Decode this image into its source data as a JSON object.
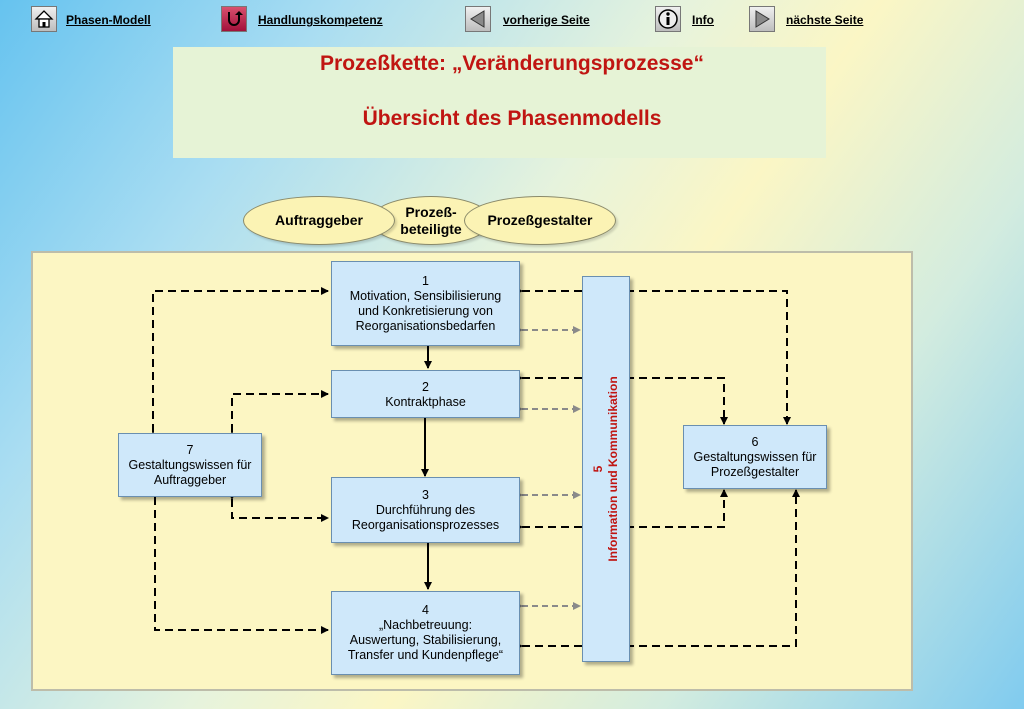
{
  "nav": {
    "phasen_modell": "Phasen-Modell",
    "handlungskompetenz": "Handlungskompetenz",
    "vorherige_seite": "vorherige Seite",
    "info": "Info",
    "naechste_seite": "nächste Seite"
  },
  "title": {
    "line1": "Prozeßkette: „Veränderungsprozesse“",
    "line2": "Übersicht des Phasenmodells"
  },
  "stakeholders": {
    "auftraggeber": "Auftraggeber",
    "prozessbeteiligte_1": "Prozeß-",
    "prozessbeteiligte_2": "beteiligte",
    "prozessgestalter": "Prozeßgestalter"
  },
  "phases": {
    "p1": {
      "num": "1",
      "l1": "Motivation, Sensibilisierung",
      "l2": "und Konkretisierung von",
      "l3": "Reorganisationsbedarfen"
    },
    "p2": {
      "num": "2",
      "l1": "Kontraktphase"
    },
    "p3": {
      "num": "3",
      "l1": "Durchführung des",
      "l2": "Reorganisationsprozesses"
    },
    "p4": {
      "num": "4",
      "l1": "„Nachbetreuung:",
      "l2": "Auswertung, Stabilisierung,",
      "l3": "Transfer und Kundenpflege“"
    },
    "p5": {
      "num": "5",
      "l1": "Information und Kommunikation"
    },
    "p6": {
      "num": "6",
      "l1": "Gestaltungswissen für",
      "l2": "Prozeßgestalter"
    },
    "p7": {
      "num": "7",
      "l1": "Gestaltungswissen für",
      "l2": "Auftraggeber"
    }
  },
  "colors": {
    "title_text": "#c01512",
    "box_fill": "#cfe8fa",
    "panel_fill": "#fcf6c3",
    "title_box_fill": "#e6f3d6"
  }
}
